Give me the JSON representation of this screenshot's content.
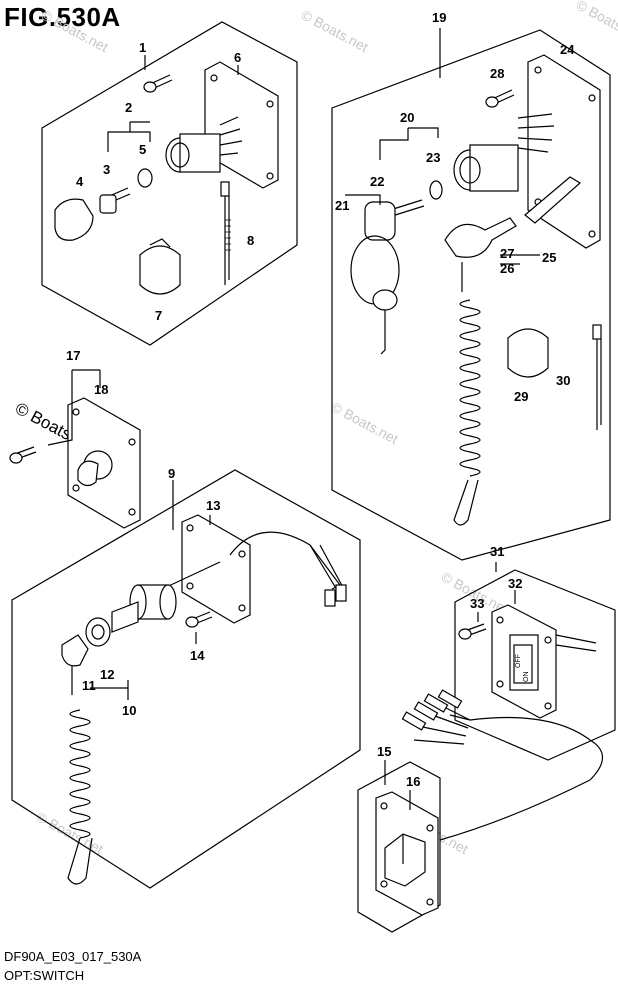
{
  "figure": {
    "title": "FIG.530A"
  },
  "footer": {
    "code": "DF90A_E03_017_530A",
    "caption": "OPT:SWITCH"
  },
  "watermark": "© Boats.net",
  "callouts": [
    "1",
    "2",
    "3",
    "4",
    "5",
    "6",
    "7",
    "8",
    "9",
    "10",
    "11",
    "12",
    "13",
    "14",
    "15",
    "16",
    "17",
    "18",
    "19",
    "20",
    "21",
    "22",
    "23",
    "24",
    "25",
    "26",
    "27",
    "28",
    "29",
    "30",
    "31",
    "32",
    "33"
  ],
  "switch_labels": {
    "off": "OFF",
    "on": "ON"
  }
}
